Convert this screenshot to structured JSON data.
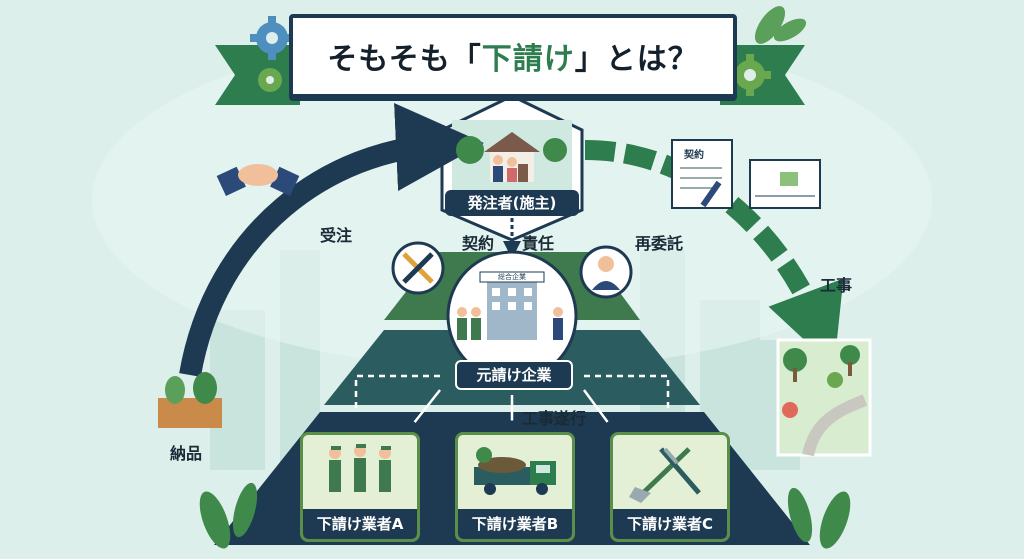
{
  "title": {
    "before": "そもそも「",
    "highlight": "下請け",
    "after": "」とは？"
  },
  "nodes": {
    "client": "発注者(施主)",
    "prime": "元請け企業",
    "prime_sign": "総合企業",
    "sub_a": "下請け業者A",
    "sub_b": "下請け業者B",
    "sub_c": "下請け業者C"
  },
  "flows": {
    "receive_order": "受注",
    "contract": "契約",
    "responsibility": "責任",
    "subcontract": "再委託",
    "construction": "工事",
    "execution": "工事遂行",
    "delivery": "納品",
    "doc_title": "契約"
  },
  "colors": {
    "navy": "#1d3a52",
    "green": "#2e7d4f",
    "light_green": "#e4f0d6",
    "background": "#dcefeb"
  },
  "icons": [
    "gear-icon",
    "leaf-icon",
    "handshake-icon",
    "wrench-icon",
    "person-icon",
    "contract-document-icon",
    "blueprint-icon",
    "truck-icon",
    "shovel-icon",
    "pruning-shears-icon",
    "house-icon",
    "office-building-icon"
  ]
}
